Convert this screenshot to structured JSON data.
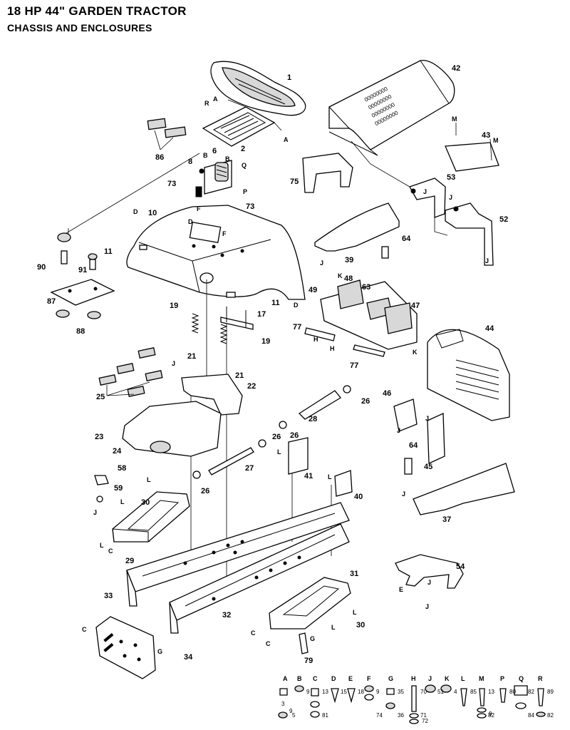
{
  "header": {
    "title": "18 HP 44\" GARDEN TRACTOR",
    "subtitle": "CHASSIS AND ENCLOSURES"
  },
  "seat_decal_text": [
    "00000000",
    "00000000",
    "00000000",
    "00000000"
  ],
  "part_labels": [
    {
      "num": "1"
    },
    {
      "num": "2"
    },
    {
      "num": "6"
    },
    {
      "num": "8"
    },
    {
      "num": "10"
    },
    {
      "num": "11"
    },
    {
      "num": "11"
    },
    {
      "num": "17"
    },
    {
      "num": "19"
    },
    {
      "num": "19"
    },
    {
      "num": "21"
    },
    {
      "num": "21"
    },
    {
      "num": "22"
    },
    {
      "num": "23"
    },
    {
      "num": "24"
    },
    {
      "num": "25"
    },
    {
      "num": "26"
    },
    {
      "num": "26"
    },
    {
      "num": "26"
    },
    {
      "num": "26"
    },
    {
      "num": "27"
    },
    {
      "num": "28"
    },
    {
      "num": "29"
    },
    {
      "num": "30"
    },
    {
      "num": "30"
    },
    {
      "num": "31"
    },
    {
      "num": "32"
    },
    {
      "num": "33"
    },
    {
      "num": "34"
    },
    {
      "num": "37"
    },
    {
      "num": "39"
    },
    {
      "num": "40"
    },
    {
      "num": "41"
    },
    {
      "num": "42"
    },
    {
      "num": "43"
    },
    {
      "num": "44"
    },
    {
      "num": "45"
    },
    {
      "num": "46"
    },
    {
      "num": "47"
    },
    {
      "num": "48"
    },
    {
      "num": "49"
    },
    {
      "num": "52"
    },
    {
      "num": "53"
    },
    {
      "num": "54"
    },
    {
      "num": "58"
    },
    {
      "num": "59"
    },
    {
      "num": "63"
    },
    {
      "num": "64"
    },
    {
      "num": "64"
    },
    {
      "num": "73"
    },
    {
      "num": "73"
    },
    {
      "num": "75"
    },
    {
      "num": "77"
    },
    {
      "num": "77"
    },
    {
      "num": "79"
    },
    {
      "num": "86"
    },
    {
      "num": "87"
    },
    {
      "num": "88"
    },
    {
      "num": "90"
    },
    {
      "num": "91"
    }
  ],
  "ref_letters": [
    {
      "t": "A"
    },
    {
      "t": "A"
    },
    {
      "t": "R"
    },
    {
      "t": "Q"
    },
    {
      "t": "B"
    },
    {
      "t": "B"
    },
    {
      "t": "P"
    },
    {
      "t": "D"
    },
    {
      "t": "D"
    },
    {
      "t": "D"
    },
    {
      "t": "F"
    },
    {
      "t": "F"
    },
    {
      "t": "M"
    },
    {
      "t": "M"
    },
    {
      "t": "J"
    },
    {
      "t": "J"
    },
    {
      "t": "J"
    },
    {
      "t": "J"
    },
    {
      "t": "J"
    },
    {
      "t": "H"
    },
    {
      "t": "H"
    },
    {
      "t": "K"
    },
    {
      "t": "K"
    },
    {
      "t": "J"
    },
    {
      "t": "J"
    },
    {
      "t": "J"
    },
    {
      "t": "L"
    },
    {
      "t": "L"
    },
    {
      "t": "L"
    },
    {
      "t": "L"
    },
    {
      "t": "L"
    },
    {
      "t": "L"
    },
    {
      "t": "L"
    },
    {
      "t": "C"
    },
    {
      "t": "C"
    },
    {
      "t": "C"
    },
    {
      "t": "C"
    },
    {
      "t": "G"
    },
    {
      "t": "G"
    },
    {
      "t": "E"
    },
    {
      "t": "J"
    },
    {
      "t": "J"
    },
    {
      "t": "J"
    },
    {
      "t": "D"
    }
  ],
  "hardware_key": [
    {
      "letter": "A",
      "top": "",
      "bottom": "5"
    },
    {
      "letter": "B",
      "top": "9",
      "bottom": ""
    },
    {
      "letter": "C",
      "top": "13",
      "bottom": "81"
    },
    {
      "letter": "D",
      "top": "15",
      "bottom": ""
    },
    {
      "letter": "E",
      "top": "18",
      "bottom": ""
    },
    {
      "letter": "F",
      "top": "9",
      "bottom": "74"
    },
    {
      "letter": "G",
      "top": "35",
      "bottom": "36"
    },
    {
      "letter": "H",
      "top": "70",
      "bottom": "71"
    },
    {
      "letter": "J",
      "top": "51",
      "bottom": ""
    },
    {
      "letter": "K",
      "top": "4",
      "bottom": ""
    },
    {
      "letter": "L",
      "top": "85",
      "bottom": ""
    },
    {
      "letter": "M",
      "top": "13",
      "bottom": "82"
    },
    {
      "letter": "P",
      "top": "80",
      "bottom": ""
    },
    {
      "letter": "Q",
      "top": "82",
      "bottom": "84"
    },
    {
      "letter": "R",
      "top": "89",
      "bottom": "82"
    }
  ],
  "hardware_extra": [
    {
      "t": "3"
    },
    {
      "t": "9"
    },
    {
      "t": "72"
    },
    {
      "t": "9"
    }
  ]
}
